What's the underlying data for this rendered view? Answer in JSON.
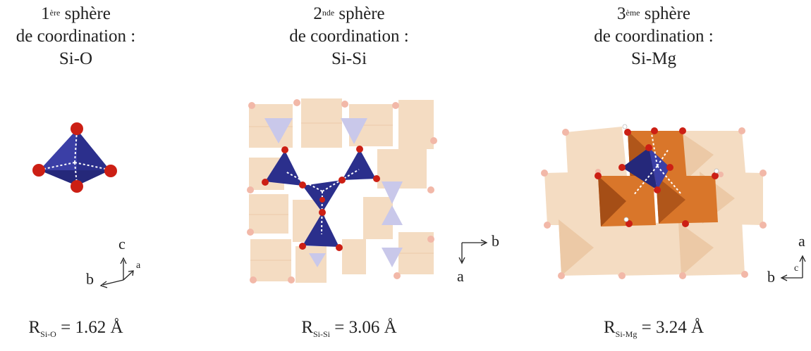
{
  "panels": [
    {
      "title": {
        "sup_num": "1",
        "sup": "ère",
        "word": "sphère",
        "line2": "de coordination :",
        "line3": "Si-O"
      },
      "formula": {
        "r": "R",
        "sub": "Si-O",
        "value": "= 1.62 Å"
      },
      "axes": {
        "up": "c",
        "left": "b",
        "diag": "a"
      }
    },
    {
      "title": {
        "sup_num": "2",
        "sup": "nde",
        "word": "sphère",
        "line2": "de coordination :",
        "line3": "Si-Si"
      },
      "formula": {
        "r": "R",
        "sub": "Si-Si",
        "value": "= 3.06 Å"
      },
      "axes": {
        "right": "b",
        "down": "a"
      }
    },
    {
      "title": {
        "sup_num": "3",
        "sup": "ème",
        "word": "sphère",
        "line2": "de coordination :",
        "line3": "Si-Mg"
      },
      "formula": {
        "r": "R",
        "sub": "Si-Mg",
        "value": "= 3.24 Å"
      },
      "axes": {
        "up": "a",
        "left": "b",
        "center": "c"
      }
    }
  ],
  "colors": {
    "tetra_dark": "#2b2f8c",
    "tetra_mid": "#3b3fa6",
    "tetra_light": "#c9c8ea",
    "octa_light": "#f4dcc2",
    "octa_orange": "#d9762a",
    "octa_orange_dark": "#b0561a",
    "oxygen": "#cc1f14",
    "oxygen_faint": "#f2b8a8"
  }
}
